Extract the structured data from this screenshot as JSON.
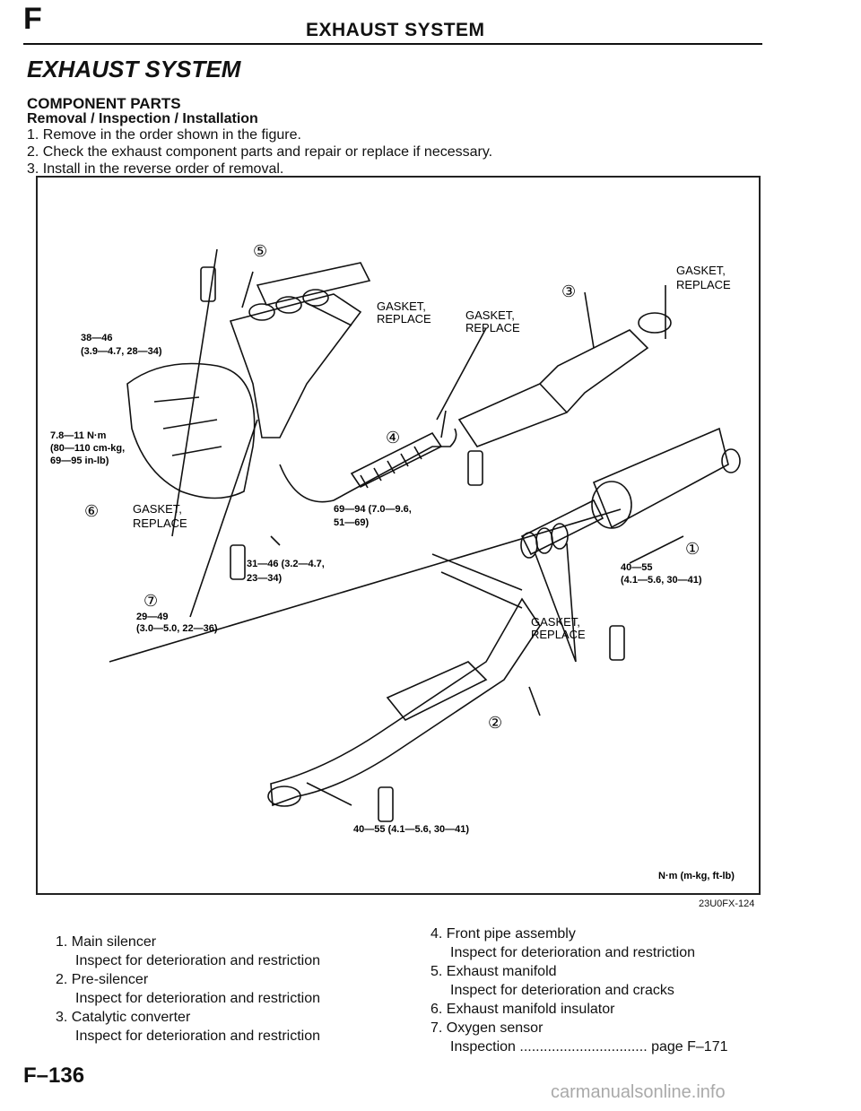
{
  "header": {
    "section_letter": "F",
    "title": "EXHAUST SYSTEM"
  },
  "page_title": "EXHAUST SYSTEM",
  "section_title": "COMPONENT PARTS",
  "procedure_title": "Removal / Inspection / Installation",
  "steps": [
    "1. Remove in the order shown in the figure.",
    "2. Check the exhaust component parts and repair or replace if necessary.",
    "3. Install in the reverse order of removal."
  ],
  "figure": {
    "code": "23U0FX-124",
    "units": "N·m (m-kg, ft-lb)",
    "gasket_labels": [
      "GASKET,",
      "REPLACE"
    ],
    "callouts": [
      "①",
      "②",
      "③",
      "④",
      "⑤",
      "⑥",
      "⑦"
    ],
    "torques": [
      {
        "line1": "38—46",
        "line2": "(3.9—4.7, 28—34)"
      },
      {
        "line1": "7.8—11 N·m",
        "line2": "(80—110 cm-kg,",
        "line3": "69—95 in-lb)"
      },
      {
        "line1": "69—94 (7.0—9.6,",
        "line2": "51—69)"
      },
      {
        "line1": "31—46 (3.2—4.7,",
        "line2": "23—34)"
      },
      {
        "line1": "29—49",
        "line2": "(3.0—5.0, 22—36)"
      },
      {
        "line1": "40—55",
        "line2": "(4.1—5.6, 30—41)"
      },
      {
        "line1": "40—55 (4.1—5.6, 30—41)"
      }
    ]
  },
  "parts_left": [
    {
      "name": "1. Main silencer",
      "note": "Inspect for deterioration and restriction"
    },
    {
      "name": "2. Pre-silencer",
      "note": "Inspect for deterioration and restriction"
    },
    {
      "name": "3. Catalytic converter",
      "note": "Inspect for deterioration and restriction"
    }
  ],
  "parts_right": [
    {
      "name": "4. Front pipe assembly",
      "note": "Inspect for deterioration and restriction"
    },
    {
      "name": "5. Exhaust manifold",
      "note": "Inspect for deterioration and cracks"
    },
    {
      "name": "6. Exhaust manifold insulator",
      "note": ""
    },
    {
      "name": "7. Oxygen sensor",
      "note": "Inspection ................................  page F–171"
    }
  ],
  "footer": {
    "page_number": "F–136"
  },
  "watermark": "carmanualsonline.info"
}
